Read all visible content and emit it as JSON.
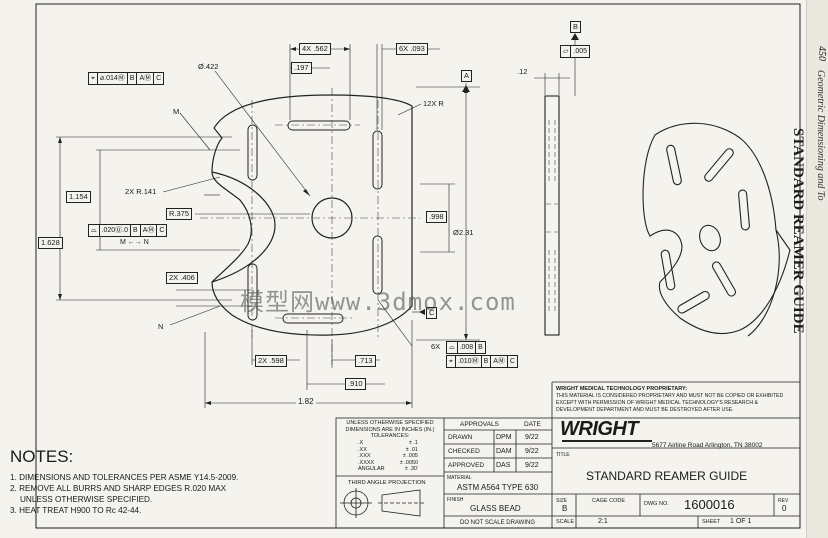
{
  "book": {
    "page_number": "450",
    "running_head": "Geometric Dimensioning and To",
    "part_title": "STANDARD REAMER GUIDE"
  },
  "dims": {
    "dia_422": "Ø.422",
    "x4_562": "4X .562",
    "x6_093": "6X .093",
    "d_197": ".197",
    "r12x": "12X R",
    "datum_a": "A",
    "datum_b": "B",
    "datum_c": "C",
    "fcf_top": [
      "⌖",
      "⌀.014Ⓜ",
      "B",
      "AⓂ",
      "C"
    ],
    "label_m": "M",
    "d_1154": "1.154",
    "d_1628": "1.628",
    "r2x141": "2X R.141",
    "r375": "R.375",
    "fcf_profile": [
      "⌓",
      ".020Ⓤ.0",
      "B",
      "AⓂ",
      "C"
    ],
    "mn": "M ←→ N",
    "x2_406": "2X .406",
    "label_n": "N",
    "dia231": "Ø2.31",
    "d998": ".998",
    "x2_598": "2X .598",
    "d713": ".713",
    "d910": ".910",
    "d182": "1.82",
    "x6": "6X",
    "fcf_slot1": [
      "⌓",
      ".008",
      "B"
    ],
    "fcf_slot2": [
      "⌖",
      ".010Ⓜ",
      "B",
      "AⓂ",
      "C"
    ],
    "side_12": ".12",
    "flat_fcf": [
      "▱",
      ".005"
    ]
  },
  "watermark": "模型网www.3dmox.com",
  "proprietary": {
    "heading": "WRIGHT MEDICAL TECHNOLOGY PROPRIETARY:",
    "body": "THIS MATERIAL IS CONSIDERED PROPRIETARY AND MUST NOT BE COPIED OR EXHIBITED EXCEPT WITH PERMISSION OF WRIGHT MEDICAL TECHNOLOGY'S RESEARCH & DEVELOPMENT DEPARTMENT AND MUST BE DESTROYED AFTER USE."
  },
  "tolerances": {
    "heading": "UNLESS OTHERWISE SPECIFIED DIMENSIONS ARE IN INCHES (IN.)",
    "label": "TOLERANCES:",
    "rows": [
      {
        "k": ".X",
        "v": "± .1"
      },
      {
        "k": ".XX",
        "v": "± .01"
      },
      {
        "k": ".XXX",
        "v": "± .005"
      },
      {
        "k": ".XXXX",
        "v": "± .0050"
      },
      {
        "k": "ANGULAR",
        "v": "± .30'"
      }
    ],
    "projection": "THIRD ANGLE PROJECTION"
  },
  "approvals": {
    "h1": "APPROVALS",
    "h2": "DATE",
    "rows": [
      {
        "role": "DRAWN",
        "who": "DPM",
        "date": "9/22"
      },
      {
        "role": "CHECKED",
        "who": "DAM",
        "date": "9/22"
      },
      {
        "role": "APPROVED",
        "who": "DAS",
        "date": "9/22"
      }
    ],
    "material_label": "MATERIAL",
    "material": "ASTM A564 TYPE 630",
    "finish_label": "FINISH",
    "finish": "GLASS BEAD",
    "no_scale": "DO NOT SCALE DRAWING"
  },
  "titleblock": {
    "company": "WRIGHT",
    "address": "5677 Airline Road Arlington, TN 38002",
    "title_label": "TITLE",
    "title": "STANDARD REAMER GUIDE",
    "size_label": "SIZE",
    "size": "B",
    "cage_label": "CAGE CODE",
    "cage": "",
    "dwg_label": "DWG NO.",
    "dwg": "1600016",
    "rev_label": "REV",
    "rev": "0",
    "scale_label": "SCALE",
    "scale": "2:1",
    "sheet_label": "SHEET",
    "sheet": "1 OF 1"
  },
  "notes": {
    "heading": "NOTES:",
    "items": [
      "1. DIMENSIONS AND TOLERANCES PER ASME Y14.5-2009.",
      "2. REMOVE ALL BURRS AND SHARP EDGES R.020 MAX",
      "UNLESS OTHERWISE SPECIFIED.",
      "3. HEAT TREAT H900 TO Rc 42-44."
    ]
  }
}
